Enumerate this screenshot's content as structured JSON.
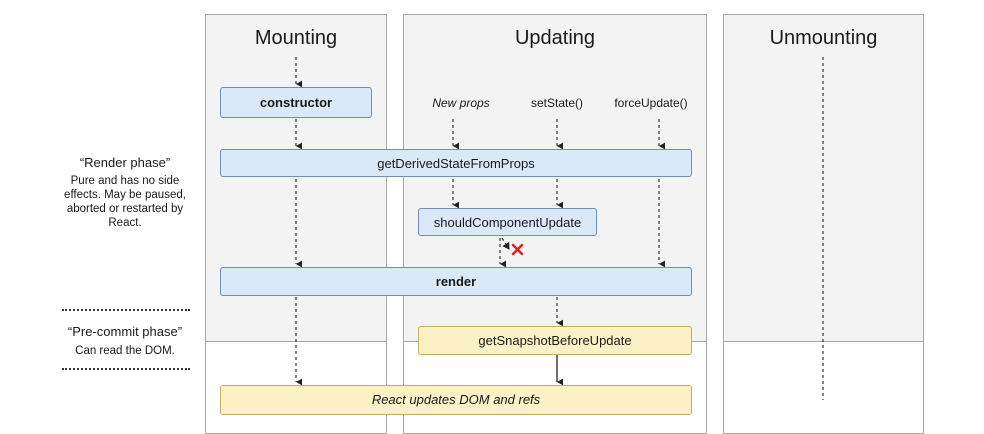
{
  "columns": {
    "mounting": "Mounting",
    "updating": "Updating",
    "unmounting": "Unmounting"
  },
  "phases": {
    "render": {
      "label": "“Render phase”",
      "description": "Pure and has no side effects. May be paused, aborted or restarted by React."
    },
    "precommit": {
      "label": "“Pre-commit phase”",
      "description": "Can read the DOM."
    }
  },
  "triggers": {
    "new_props": "New props",
    "set_state": "setState()",
    "force_update": "forceUpdate()"
  },
  "methods": {
    "constructor": "constructor",
    "get_derived_state": "getDerivedStateFromProps",
    "should_component_update": "shouldComponentUpdate",
    "render": "render",
    "get_snapshot": "getSnapshotBeforeUpdate",
    "dom_updates": "React updates DOM and refs"
  },
  "colors": {
    "render_phase_box": "#dbe8f8",
    "commit_phase_box": "#fcf1c6",
    "stop_mark": "#e02020"
  }
}
